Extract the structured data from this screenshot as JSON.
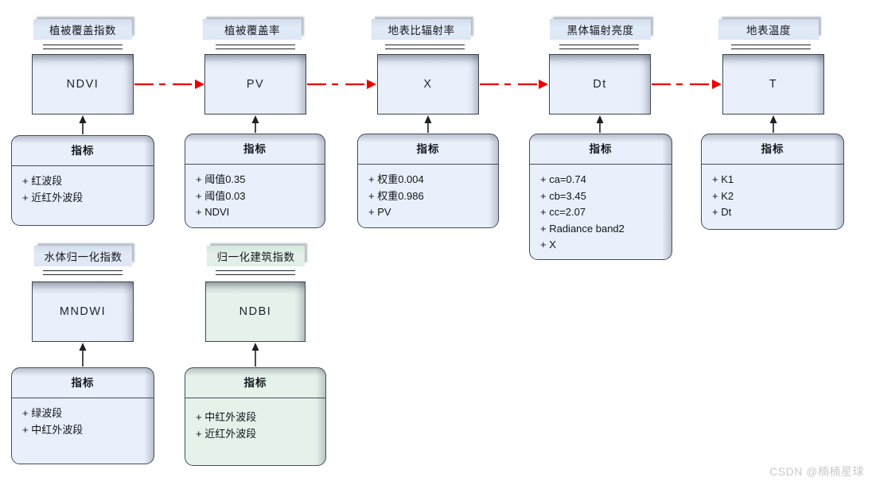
{
  "diagram_title": "",
  "nodes": [
    {
      "id": "ndvi",
      "category_label": "植被覆盖指数",
      "name": "NDVI",
      "section_title": "指标",
      "attributes": [
        "+ 红波段",
        "+ 近红外波段"
      ],
      "theme": "blue"
    },
    {
      "id": "pv",
      "category_label": "植被覆盖率",
      "name": "PV",
      "section_title": "指标",
      "attributes": [
        "+ 阈值0.35",
        "+ 阈值0.03",
        "+ NDVI"
      ],
      "theme": "blue"
    },
    {
      "id": "x",
      "category_label": "地表比辐射率",
      "name": "X",
      "section_title": "指标",
      "attributes": [
        "+ 权重0.004",
        "+ 权重0.986",
        "+ PV"
      ],
      "theme": "blue"
    },
    {
      "id": "dt",
      "category_label": "黑体辐射亮度",
      "name": "Dt",
      "section_title": "指标",
      "attributes": [
        "+ ca=0.74",
        "+ cb=3.45",
        "+ cc=2.07",
        "+ Radiance band2",
        "+ X"
      ],
      "theme": "blue"
    },
    {
      "id": "t",
      "category_label": "地表温度",
      "name": "T",
      "section_title": "指标",
      "attributes": [
        "+ K1",
        "+ K2",
        "+ Dt"
      ],
      "theme": "blue"
    },
    {
      "id": "mndwi",
      "category_label": "水体归一化指数",
      "name": "MNDWI",
      "section_title": "指标",
      "attributes": [
        "+ 绿波段",
        "+ 中红外波段"
      ],
      "theme": "blue"
    },
    {
      "id": "ndbi",
      "category_label": "归一化建筑指数",
      "name": "NDBI",
      "section_title": "指标",
      "attributes": [
        "+ 中红外波段",
        "+ 近红外波段"
      ],
      "theme": "green"
    }
  ],
  "colors": {
    "flow_arrow_red": "#ee0000",
    "node_fill_blue": "#eaf0fb",
    "node_fill_green": "#e5f2ea",
    "label_fill_blue": "#dde7f5",
    "label_fill_green": "#e0efe7",
    "border": "#3e4552"
  },
  "watermark": "CSDN @楠楠星球"
}
